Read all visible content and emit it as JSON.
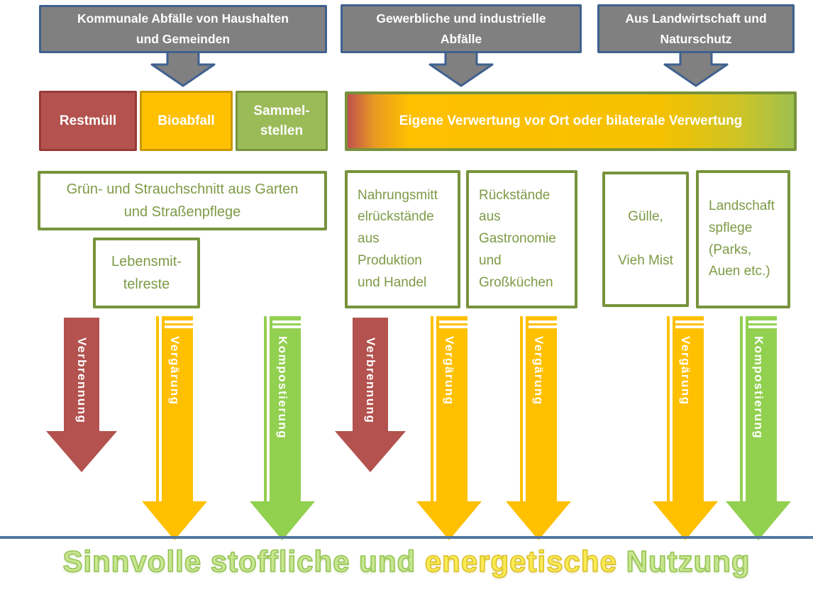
{
  "sources": [
    {
      "label": "Kommunale Abfälle von Haushalten\nund Gemeinden"
    },
    {
      "label": "Gewerbliche und industrielle\nAbfälle"
    },
    {
      "label": "Aus Landwirtschaft und\nNaturschutz"
    }
  ],
  "collection": {
    "restmuell": "Restmüll",
    "bioabfall": "Bioabfall",
    "sammelstellen": "Sammel-\nstellen",
    "verwertung_banner": "Eigene Verwertung vor Ort oder bilaterale Verwertung"
  },
  "materials": {
    "gruenschnitt": "Grün- und Strauchschnitt aus Garten\nund Straßenpflege",
    "lebensmittelreste": "Lebensmit-\ntelreste",
    "nahrungsmittel": "Nahrungsmitt\nelrückstände\naus\nProduktion\nund Handel",
    "gastronomie": "Rückstände\naus\nGastronomie\nund\nGroßküchen",
    "guelle": "Gülle,\n\nVieh Mist",
    "landschaftspflege": "Landschaft\nspflege\n(Parks,\nAuen etc.)"
  },
  "processes": [
    {
      "label": "Verbrennung",
      "type": "verbrennung",
      "color": "#b3524e"
    },
    {
      "label": "Vergärung",
      "type": "vergaerung",
      "color": "#ffc000"
    },
    {
      "label": "Kompostierung",
      "type": "kompostierung",
      "color": "#92d050"
    },
    {
      "label": "Verbrennung",
      "type": "verbrennung",
      "color": "#b3524e"
    },
    {
      "label": "Vergärung",
      "type": "vergaerung",
      "color": "#ffc000"
    },
    {
      "label": "Vergärung",
      "type": "vergaerung",
      "color": "#ffc000"
    },
    {
      "label": "Vergärung",
      "type": "vergaerung",
      "color": "#ffc000"
    },
    {
      "label": "Kompostierung",
      "type": "kompostierung",
      "color": "#92d050"
    }
  ],
  "footer": {
    "title_segments": [
      {
        "text": "Sinnvolle stoffliche und ",
        "color": "#c9e690"
      },
      {
        "text": "energetische",
        "color": "#faec55"
      },
      {
        "text": " Nutzung",
        "color": "#c9e690"
      }
    ]
  },
  "colors": {
    "gray_box": "#808080",
    "blue_border": "#3f618f",
    "red": "#b3524e",
    "orange": "#ffc000",
    "green_box": "#9bbb59",
    "olive_border": "#77933c",
    "arrow_green": "#92d050",
    "divider_blue": "#54789f"
  }
}
